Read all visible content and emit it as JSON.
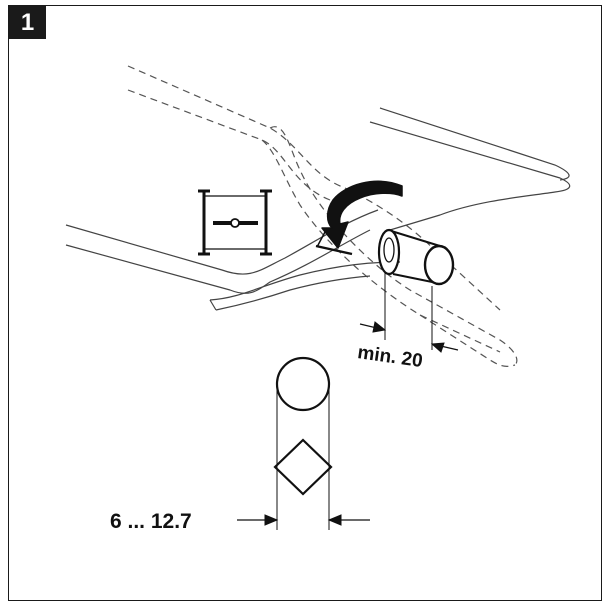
{
  "figure": {
    "step_number": "1",
    "mounting_label": "min. 20",
    "diameter_label": "6 ... 12.7"
  }
}
